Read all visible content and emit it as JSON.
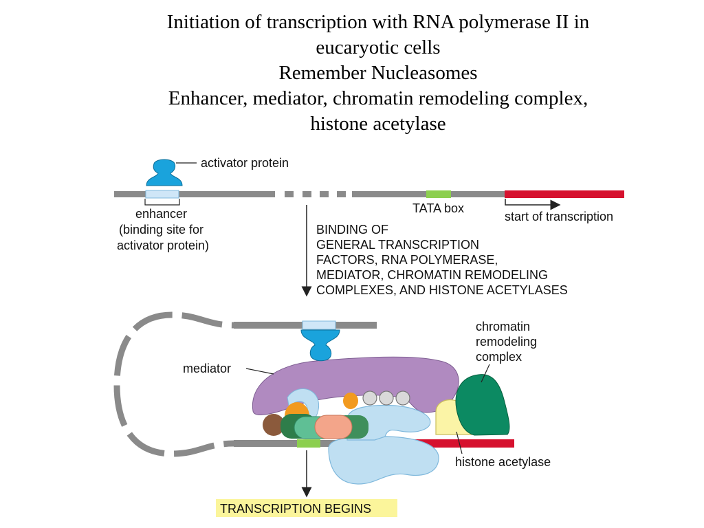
{
  "title": {
    "lines": [
      "Initiation of transcription with RNA polymerase II in",
      "eucaryotic cells",
      "Remember Nucleasomes",
      "Enhancer, mediator, chromatin remodeling complex,",
      "histone acetylase"
    ]
  },
  "labels": {
    "activator_protein": "activator protein",
    "enhancer": [
      "enhancer",
      "(binding site for",
      "activator protein)"
    ],
    "tata_box": "TATA box",
    "start_of_transcription": "start of transcription",
    "binding_step": [
      "BINDING OF",
      "GENERAL TRANSCRIPTION",
      "FACTORS, RNA POLYMERASE,",
      "MEDIATOR, CHROMATIN REMODELING",
      "COMPLEXES, AND HISTONE ACETYLASES"
    ],
    "chromatin_remodeling_complex": [
      "chromatin",
      "remodeling",
      "complex"
    ],
    "mediator": "mediator",
    "histone_acetylase": "histone acetylase",
    "transcription_begins": "TRANSCRIPTION BEGINS"
  },
  "colors": {
    "dna": "#8a8a8a",
    "activator": "#1aa3dc",
    "enhancer": "#cfe6f7",
    "tata": "#8ccf4f",
    "transcribed_region": "#d6112e",
    "mediator": "#b08ac0",
    "chromatin_remodeling": "#0c8a62",
    "histone_acetylase": "#fbf4a6",
    "polymerase": "#bfdff2",
    "highlight": "#fbf59b"
  }
}
